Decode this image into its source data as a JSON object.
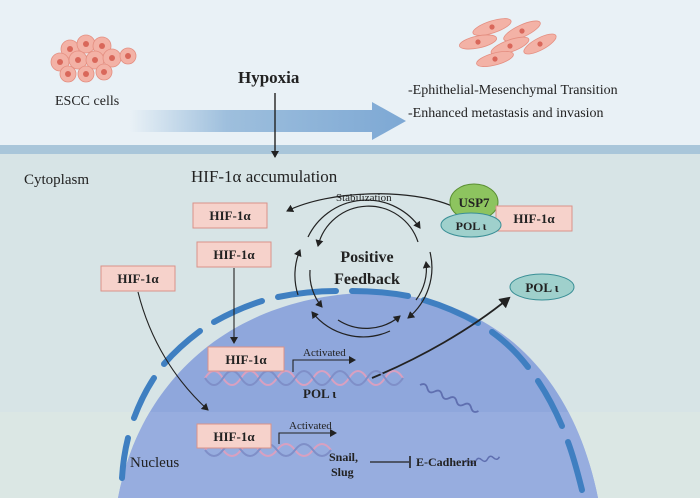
{
  "top": {
    "cell_label": "ESCC cells",
    "stimulus": "Hypoxia",
    "outcomes": [
      "-Ephithelial-Mesenchymal Transition",
      "-Enhanced metastasis and invasion"
    ]
  },
  "cytoplasm": {
    "region_label": "Cytoplasm",
    "accumulation_label": "HIF-1α accumulation",
    "stabilization_label": "Stabilization",
    "hif_label": "HIF-1α",
    "usp7_label": "USP7",
    "pol_label": "POL ι",
    "feedback_line1": "Positive",
    "feedback_line2": "Feedback"
  },
  "nucleus": {
    "region_label": "Nucleus",
    "activated_label": "Activated",
    "pol_gene_label": "POL ι",
    "snail_line1": "Snail,",
    "snail_line2": "Slug",
    "ecadherin_label": "E-Cadherin"
  },
  "colors": {
    "top_bg": "#e9f1f6",
    "cytoplasm_bg": "#d7e4e6",
    "membrane": "#a9c6da",
    "nucleus_fill": "#8fa7dc",
    "nucleus_border": "#3f7fc1",
    "hif_box": "#f6d2cb",
    "hif_box_border": "#d9928a",
    "usp7": "#8dc45f",
    "pol": "#9fd0cc",
    "dna_pink": "#d9a0c0",
    "dna_blue": "#7f8fc8"
  }
}
